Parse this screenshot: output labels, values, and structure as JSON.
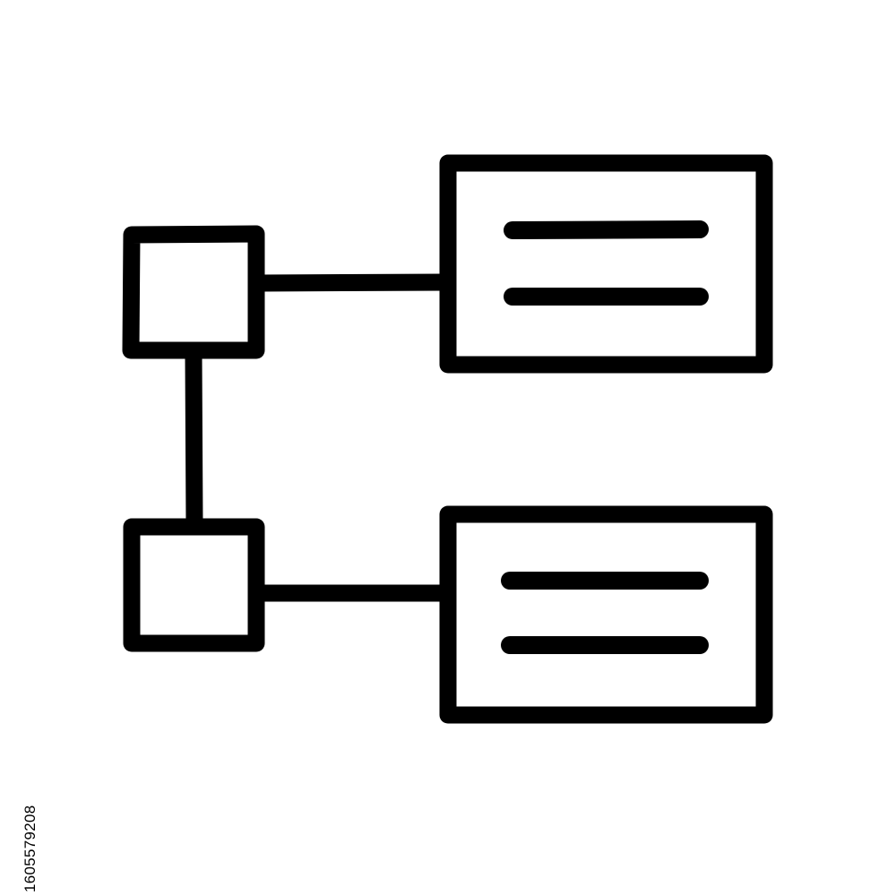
{
  "image": {
    "icon": "hierarchy-diagram-icon",
    "style": "hand-drawn outline",
    "background_color": "#ffffff",
    "stroke_color": "#000000",
    "nodes": [
      {
        "shape": "square",
        "connected_to": "card-1"
      },
      {
        "shape": "square",
        "connected_to": "card-2"
      }
    ],
    "cards": [
      {
        "lines": 2
      },
      {
        "lines": 2
      }
    ]
  },
  "side_id": "1605579208"
}
